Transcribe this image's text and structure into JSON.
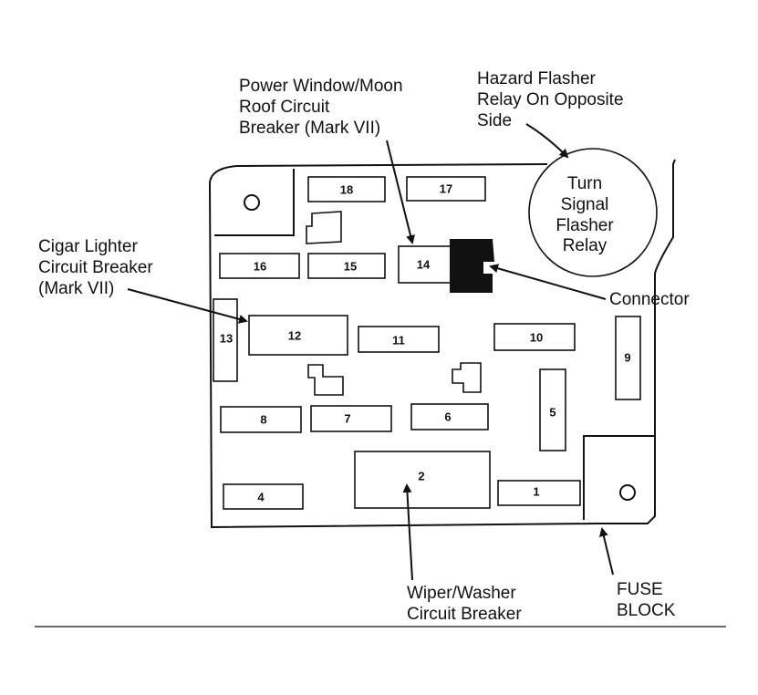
{
  "labels": {
    "power_window": [
      "Power Window/Moon",
      "Roof Circuit",
      "Breaker (Mark VII)"
    ],
    "hazard": [
      "Hazard Flasher",
      "Relay On Opposite",
      "Side"
    ],
    "cigar": [
      "Cigar Lighter",
      "Circuit Breaker",
      "(Mark VII)"
    ],
    "connector": "Connector",
    "turn_relay": [
      "Turn",
      "Signal",
      "Flasher",
      "Relay"
    ],
    "wiper": [
      "Wiper/Washer",
      "Circuit Breaker"
    ],
    "fuse_block": [
      "FUSE",
      "BLOCK"
    ]
  },
  "fuses": {
    "f18": "18",
    "f17": "17",
    "f16": "16",
    "f15": "15",
    "f14": "14",
    "f13": "13",
    "f12": "12",
    "f11": "11",
    "f10": "10",
    "f9": "9",
    "f8": "8",
    "f7": "7",
    "f6": "6",
    "f5": "5",
    "f4": "4",
    "f2": "2",
    "f1": "1"
  }
}
